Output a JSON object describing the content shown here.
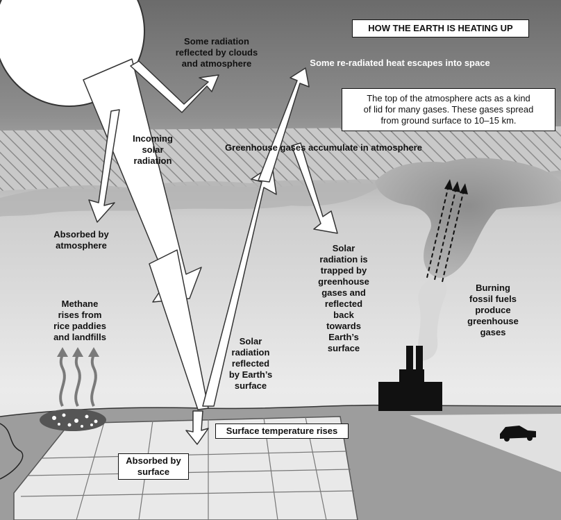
{
  "title": "HOW THE EARTH IS HEATING UP",
  "labels": {
    "reflected_clouds": "Some radiation\nreflected by clouds\nand atmosphere",
    "escapes": "Some re-radiated heat escapes into space",
    "lid_note": "The top of the atmosphere acts as a kind\nof lid for many gases. These gases spread\nfrom ground surface to 10–15 km.",
    "incoming": "Incoming\nsolar\nradiation",
    "greenhouse_accumulate": "Greenhouse gases accumulate in atmosphere",
    "absorbed_atmosphere": "Absorbed by\natmosphere",
    "trapped": "Solar\nradiation is\ntrapped by\ngreenhouse\ngases and\nreflected\nback\ntowards\nEarth’s\nsurface",
    "methane": "Methane\nrises from\nrice paddies\nand landfills",
    "reflected_earth": "Solar\nradiation\nreflected\nby Earth’s\nsurface",
    "burning": "Burning\nfossil fuels\nproduce\ngreenhouse\ngases",
    "surface_temp": "Surface temperature rises",
    "absorbed_surface": "Absorbed by\nsurface"
  },
  "colors": {
    "sky_top": "#6b6b6b",
    "sky_bottom": "#e6e6e6",
    "ground": "#9d9d9d",
    "arrow": "#ffffff",
    "factory": "#111111"
  }
}
